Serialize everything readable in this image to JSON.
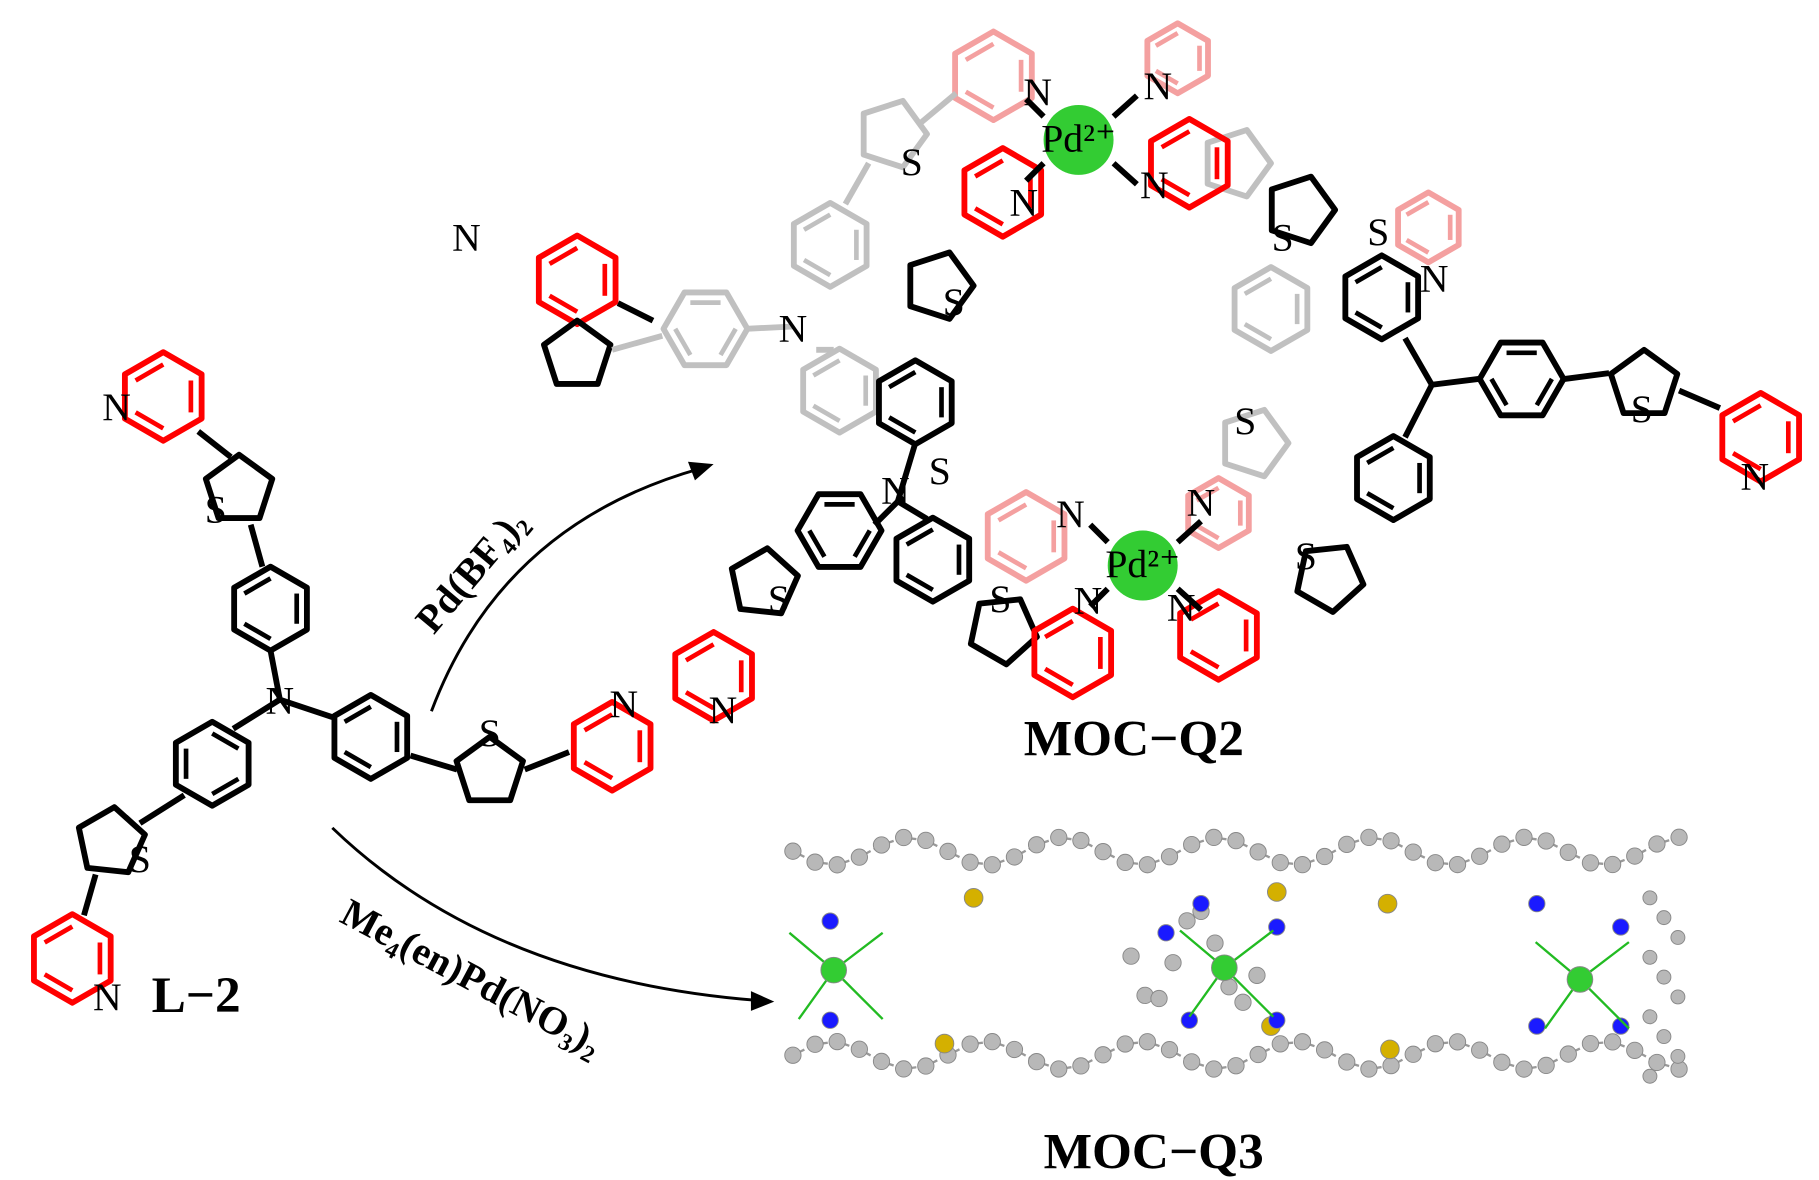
{
  "colors": {
    "bond": "#000000",
    "pyridine": "#ff0000",
    "back": "#c0c0c0",
    "back_pyridine": "#f4a0a0",
    "pd": "#33cc33",
    "carbon": "#b8b8b8",
    "sulfur": "#d4b000",
    "nitrogen": "#1a1aff"
  },
  "labels": {
    "ligand": "L−2",
    "cage_q2": "MOC−Q2",
    "cage_q3": "MOC−Q3"
  },
  "reagents": {
    "top": "Pd(BF₄)₂",
    "bottom": "Me₄(en)Pd(NO₃)₂"
  },
  "atoms": {
    "N": "N",
    "S": "S",
    "Pd": "Pd²⁺"
  }
}
